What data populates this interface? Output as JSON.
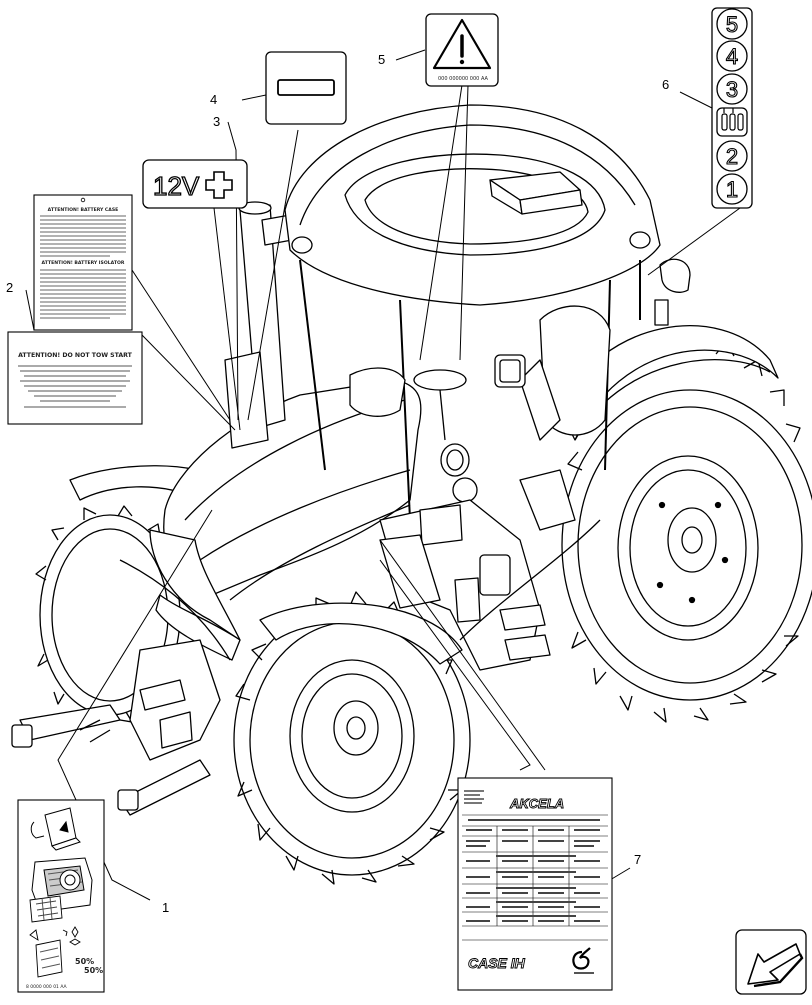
{
  "callouts": [
    {
      "id": "1",
      "label": "1"
    },
    {
      "id": "2",
      "label": "2"
    },
    {
      "id": "3",
      "label": "3"
    },
    {
      "id": "4",
      "label": "4"
    },
    {
      "id": "5",
      "label": "5"
    },
    {
      "id": "6",
      "label": "6"
    },
    {
      "id": "7",
      "label": "7"
    }
  ],
  "decals": {
    "battery_negative": {
      "symbol": "minus-icon"
    },
    "battery_positive": {
      "text": "12V",
      "symbol": "plus-icon"
    },
    "warning": {
      "symbol": "warning-triangle-icon",
      "code": "000 000000 000 AA"
    },
    "gear_ranges": {
      "items": [
        "5",
        "4",
        "3",
        "2",
        "1"
      ]
    },
    "battery_caution": {
      "heading_1": "ATTENTION! BATTERY CASE",
      "heading_2": "ATTENTION! BATTERY ISOLATOR"
    },
    "do_not_tow": {
      "heading": "ATTENTION! DO NOT TOW START"
    },
    "manual": {
      "ratio_left": "50%",
      "ratio_right": "50%",
      "code": "8 0000 000 01 AA"
    },
    "spec_plate": {
      "brand": "AKCELA",
      "maker": "CASE IH"
    }
  },
  "colors": {
    "line": "#000000",
    "background": "#ffffff",
    "decal_fill": "#f4f4f4"
  }
}
